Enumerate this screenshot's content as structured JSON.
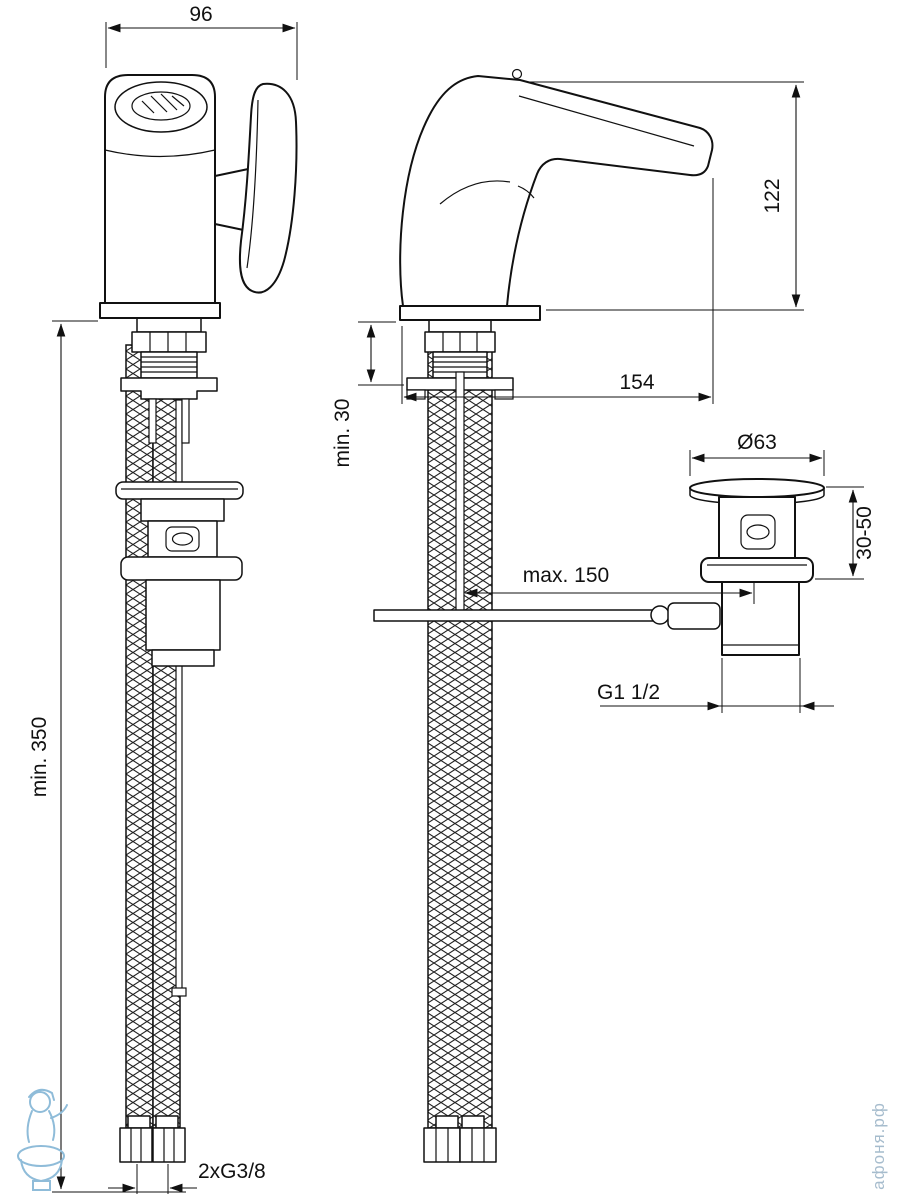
{
  "drawing": {
    "type": "faucet-installation-technical-drawing",
    "line_color": "#111111",
    "background": "#ffffff"
  },
  "dimensions": {
    "top_width": "96",
    "body_height": "122",
    "spout_reach": "154",
    "deck_thickness": "min. 30",
    "hose_length": "min. 350",
    "rod_reach": "max. 150",
    "drain_diameter": "Ø63",
    "drain_clamp_range": "30-50",
    "drain_thread": "G1 1/2",
    "hose_thread": "2xG3/8"
  },
  "watermarks": {
    "site": "афоня.рф",
    "logo": "plumber-mascot"
  }
}
